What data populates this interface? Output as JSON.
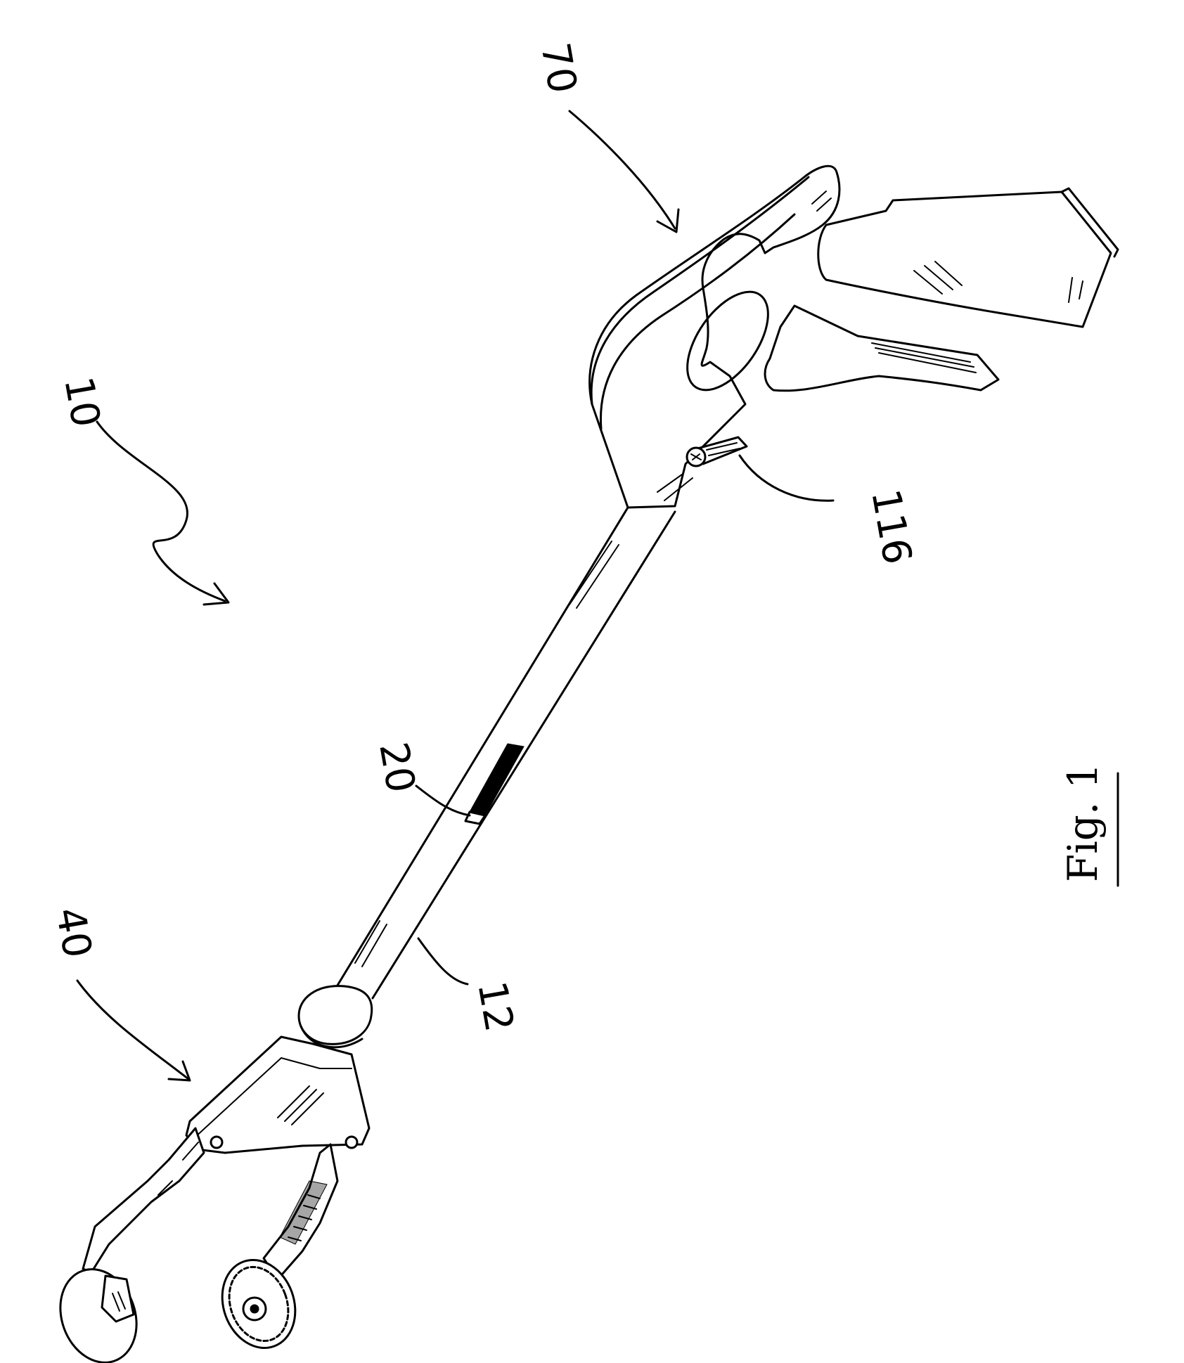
{
  "figure": {
    "caption": "Fig. 1"
  },
  "labels": {
    "assembly": "10",
    "pole": "12",
    "lock_button": "20",
    "jaw_head": "40",
    "handle": "70",
    "trigger_pivot": "116"
  },
  "colors": {
    "ink": "#000000",
    "paper": "#ffffff"
  }
}
